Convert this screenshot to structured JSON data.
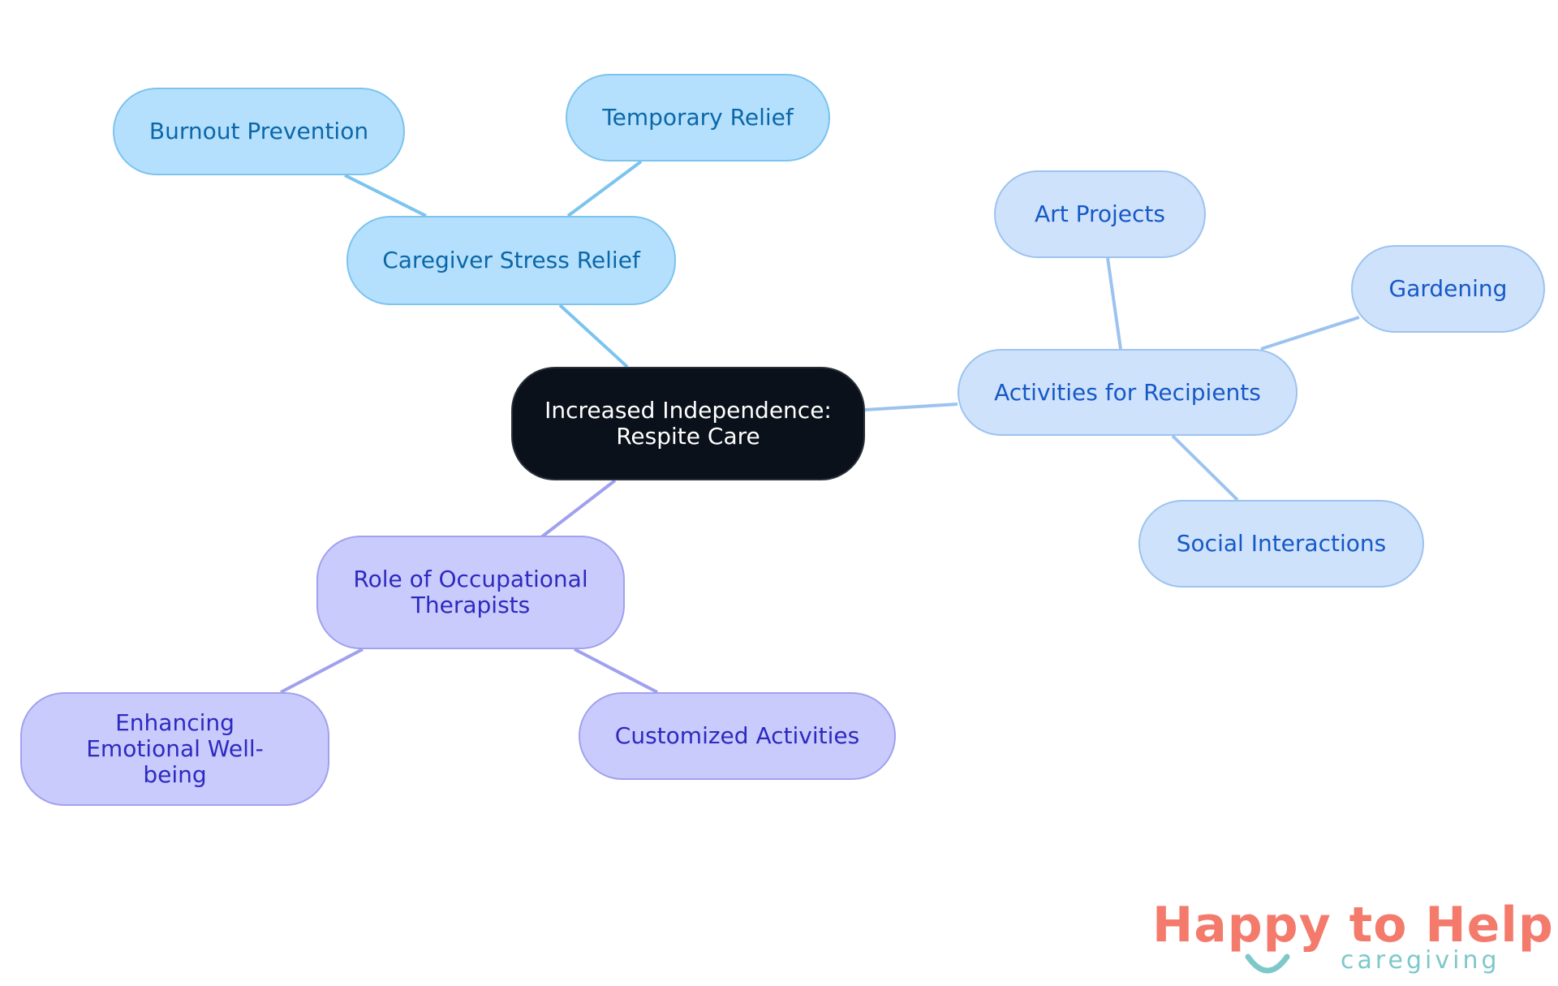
{
  "nodes": {
    "root": {
      "label": "Increased Independence: Respite Care"
    },
    "caregiver_stress_relief": {
      "label": "Caregiver Stress Relief"
    },
    "burnout_prevention": {
      "label": "Burnout Prevention"
    },
    "temporary_relief": {
      "label": "Temporary Relief"
    },
    "activities_for_recipients": {
      "label": "Activities for Recipients"
    },
    "art_projects": {
      "label": "Art Projects"
    },
    "gardening": {
      "label": "Gardening"
    },
    "social_interactions": {
      "label": "Social Interactions"
    },
    "role_of_occupational_therapists": {
      "label": "Role of Occupational Therapists"
    },
    "enhancing_emotional_wellbeing": {
      "label": "Enhancing Emotional Well-being"
    },
    "customized_activities": {
      "label": "Customized Activities"
    }
  },
  "edges": [
    {
      "from": "root",
      "to": "caregiver_stress_relief"
    },
    {
      "from": "caregiver_stress_relief",
      "to": "burnout_prevention"
    },
    {
      "from": "caregiver_stress_relief",
      "to": "temporary_relief"
    },
    {
      "from": "root",
      "to": "activities_for_recipients"
    },
    {
      "from": "activities_for_recipients",
      "to": "art_projects"
    },
    {
      "from": "activities_for_recipients",
      "to": "gardening"
    },
    {
      "from": "activities_for_recipients",
      "to": "social_interactions"
    },
    {
      "from": "root",
      "to": "role_of_occupational_therapists"
    },
    {
      "from": "role_of_occupational_therapists",
      "to": "enhancing_emotional_wellbeing"
    },
    {
      "from": "role_of_occupational_therapists",
      "to": "customized_activities"
    }
  ],
  "colors": {
    "root_fill": "#0b111a",
    "cyan_fill": "#b5e0fd",
    "cyan_line": "#7cc3ee",
    "blue_fill": "#cfe2fc",
    "blue_line": "#9cc3ef",
    "purple_fill": "#cacbfd",
    "purple_line": "#a0a1ee",
    "logo_coral": "#f47a6c",
    "logo_teal": "#7ec8c9"
  },
  "logo": {
    "main": "Happy to Help",
    "sub": "caregiving"
  }
}
